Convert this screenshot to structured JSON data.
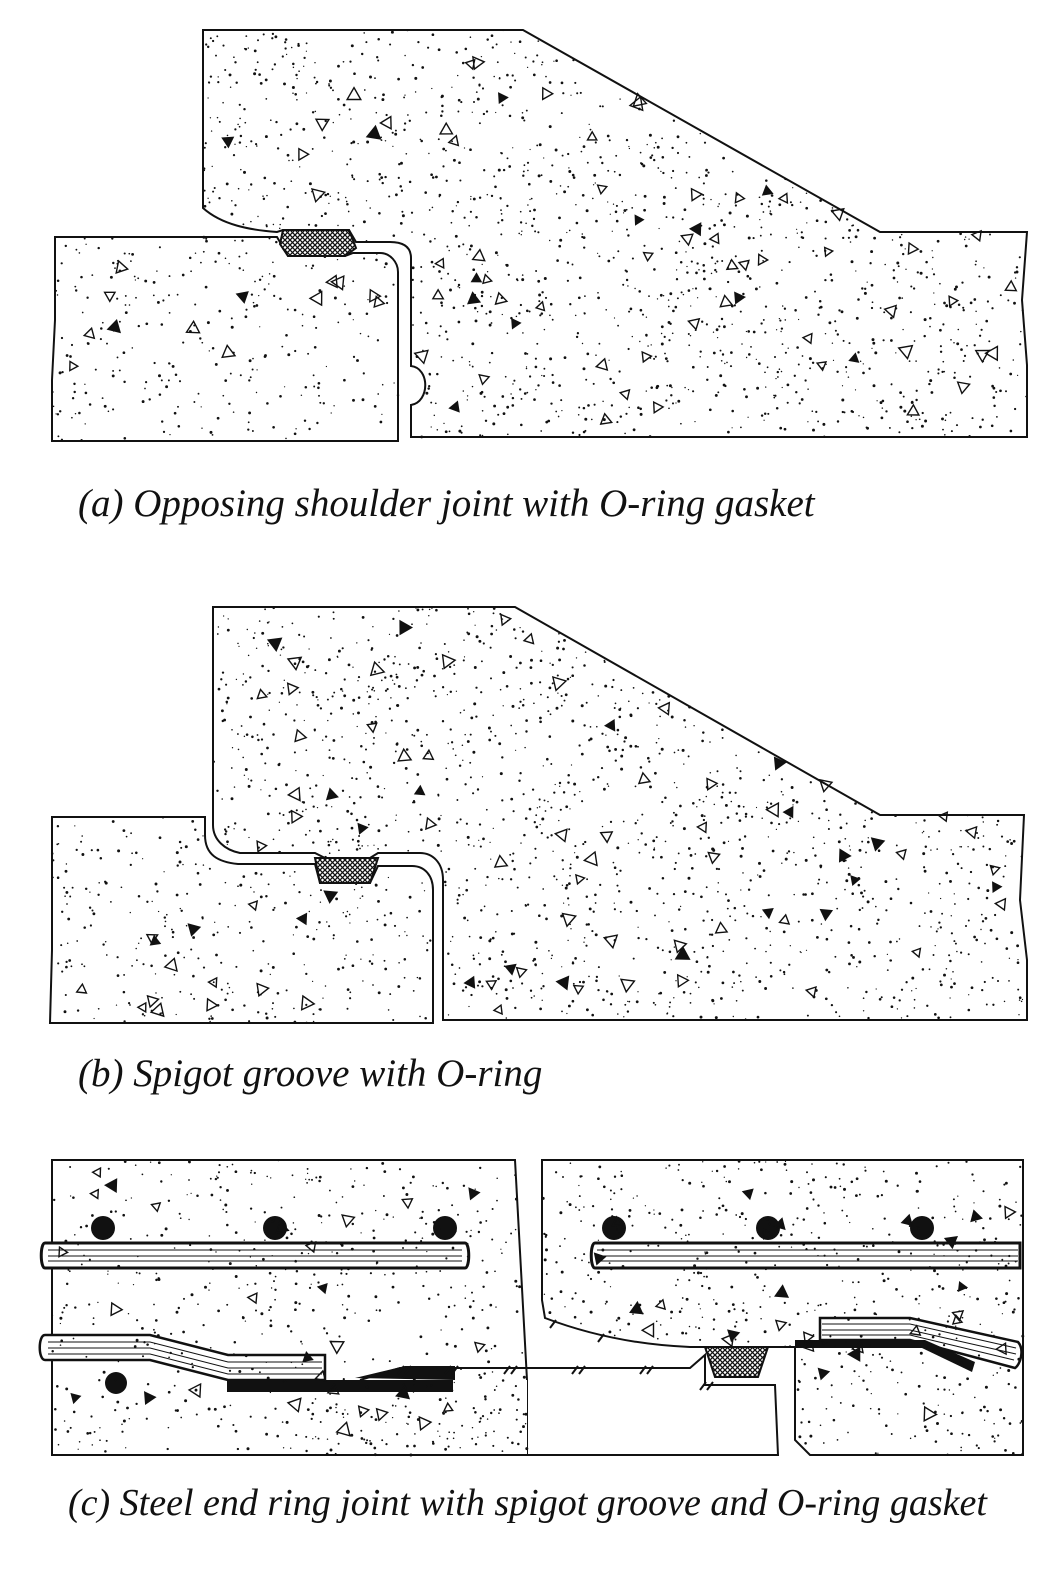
{
  "figure": {
    "panels": [
      {
        "id": "a",
        "caption": "(a) Opposing shoulder joint with O-ring gasket"
      },
      {
        "id": "b",
        "caption": "(b) Spigot groove with O-ring"
      },
      {
        "id": "c",
        "caption": "(c) Steel end ring joint with spigot groove and O-ring gasket"
      }
    ]
  },
  "colors": {
    "ink": "#111111",
    "concrete": "#ffffff",
    "gasket": "#555555",
    "steel": "#222222"
  }
}
